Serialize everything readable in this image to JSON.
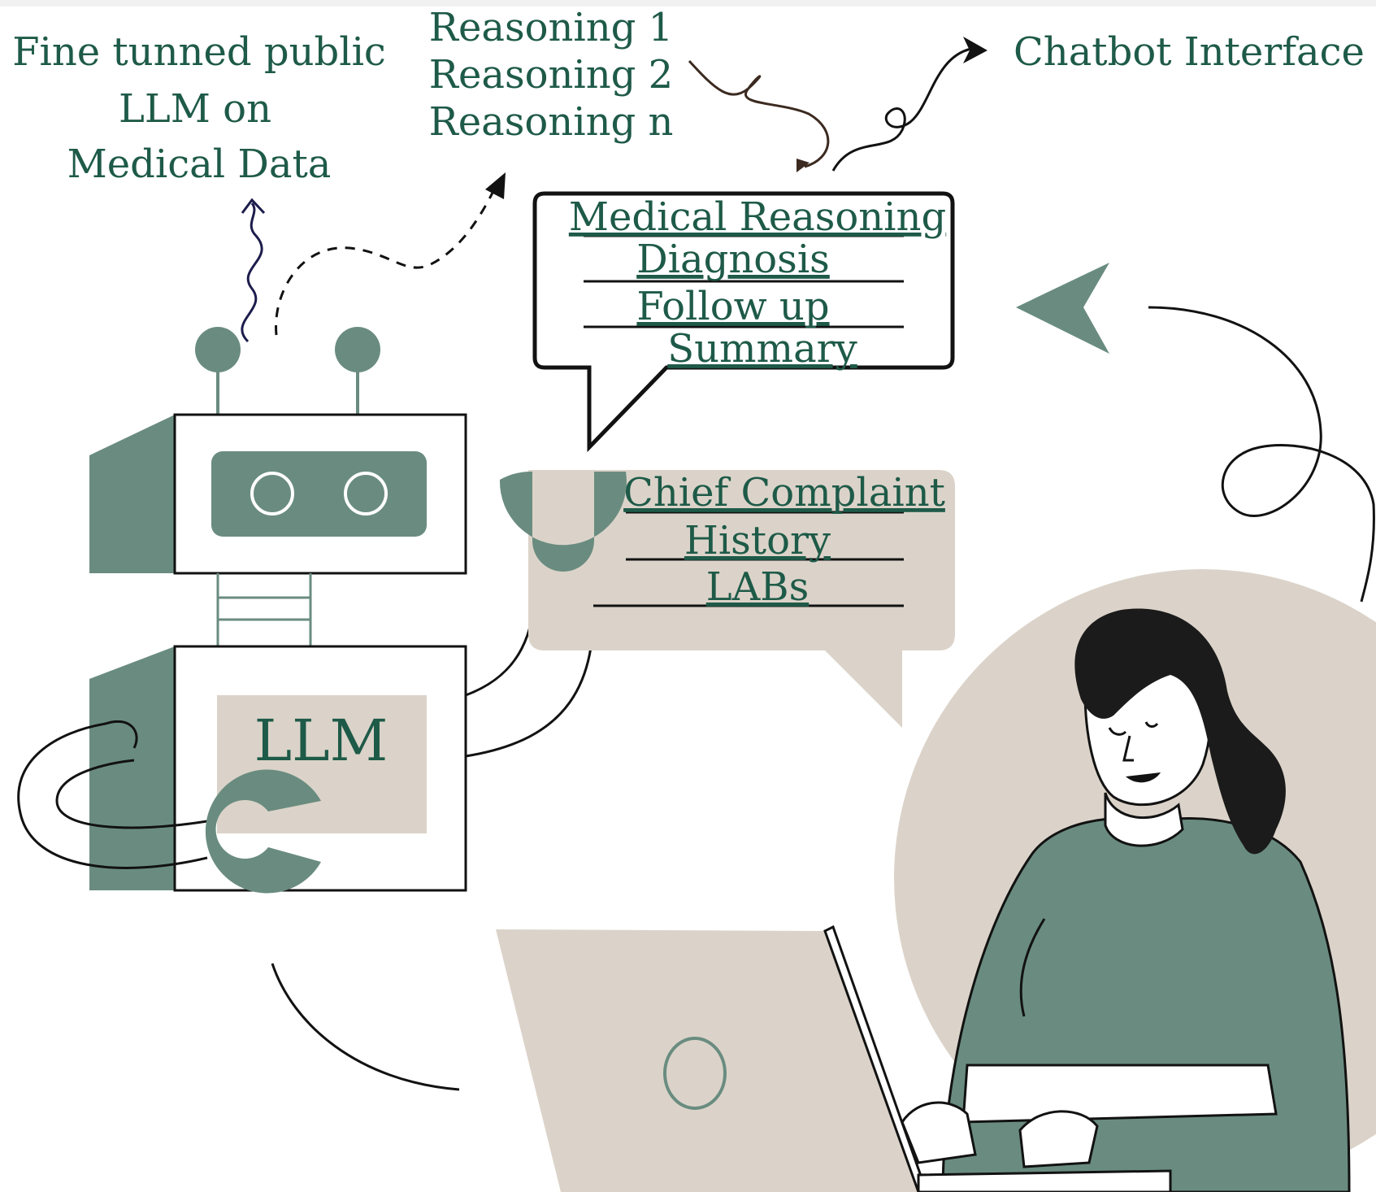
{
  "colors": {
    "sage": "#6a8c80",
    "beige": "#dbd3c9",
    "ink": "#121212",
    "text": "#1e5a48",
    "navy": "#1c1c4c"
  },
  "labels": {
    "finetuned_line1": "Fine tunned public",
    "finetuned_line2": "LLM on",
    "finetuned_line3": "Medical Data",
    "reasoning1": "Reasoning 1",
    "reasoning2": "Reasoning 2",
    "reasoningn": "Reasoning n",
    "chatbot": "Chatbot Interface",
    "llm": "LLM"
  },
  "output_bubble": {
    "items": [
      "Medical Reasoning",
      "Diagnosis",
      "Follow up",
      "Summary"
    ]
  },
  "input_bubble": {
    "items": [
      "Chief Complaint",
      "History",
      "LABs"
    ]
  },
  "icons": {
    "robot": "robot-icon",
    "woman": "woman-at-laptop-icon",
    "laptop": "laptop-icon",
    "triangle": "triangle-pointer-icon"
  }
}
